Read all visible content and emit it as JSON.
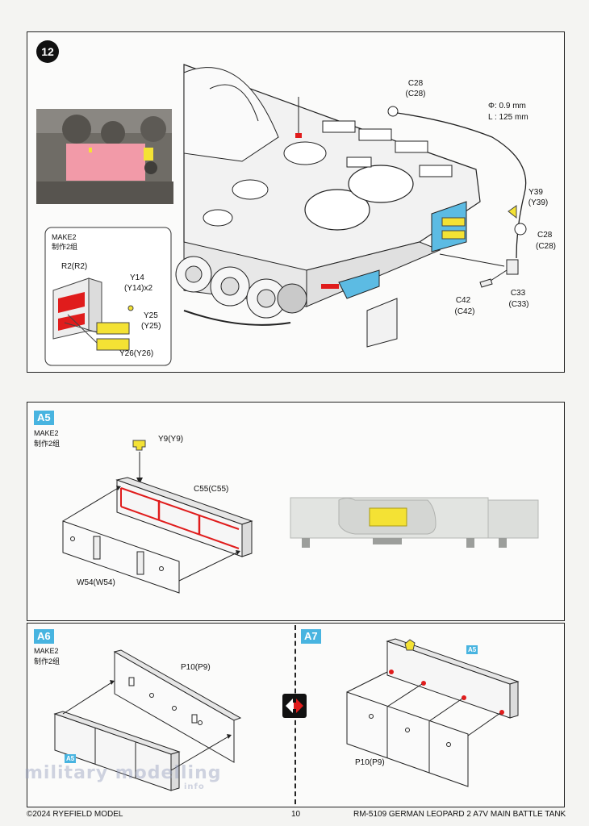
{
  "step12": {
    "number": "12",
    "make_en": "MAKE2",
    "make_cn": "制作2组",
    "labels": {
      "c28_top": "C28",
      "c28_top_alt": "(C28)",
      "phi": "Φ: 0.9 mm",
      "length": "L : 125 mm",
      "y39": "Y39",
      "y39_alt": "(Y39)",
      "c28_right": "C28",
      "c28_right_alt": "(C28)",
      "c42": "C42",
      "c42_alt": "(C42)",
      "c33": "C33",
      "c33_alt": "(C33)",
      "r2": "R2(R2)",
      "y14": "Y14",
      "y14_alt": "(Y14)x2",
      "y25": "Y25",
      "y25_alt": "(Y25)",
      "y26": "Y26(Y26)"
    }
  },
  "a5": {
    "badge": "A5",
    "make_en": "MAKE2",
    "make_cn": "制作2组",
    "labels": {
      "y9": "Y9(Y9)",
      "c55": "C55(C55)",
      "w54": "W54(W54)"
    }
  },
  "a6": {
    "badge": "A6",
    "make_en": "MAKE2",
    "make_cn": "制作2组",
    "labels": {
      "p10": "P10(P9)",
      "sub_badge": "A5"
    }
  },
  "a7": {
    "badge": "A7",
    "labels": {
      "p10": "P10(P9)",
      "sub_badge": "A5"
    }
  },
  "footer": {
    "copyright": "©2024 RYEFIELD MODEL",
    "page": "10",
    "product": "RM-5109 GERMAN LEOPARD  2 A7V MAIN BATTLE TANK"
  },
  "watermark": {
    "main": "military modelling",
    "sub": "info"
  },
  "colors": {
    "accent_blue": "#48b4e0",
    "part_red": "#e01c1c",
    "part_yellow": "#f4e234",
    "part_pink": "#f29aa8"
  }
}
